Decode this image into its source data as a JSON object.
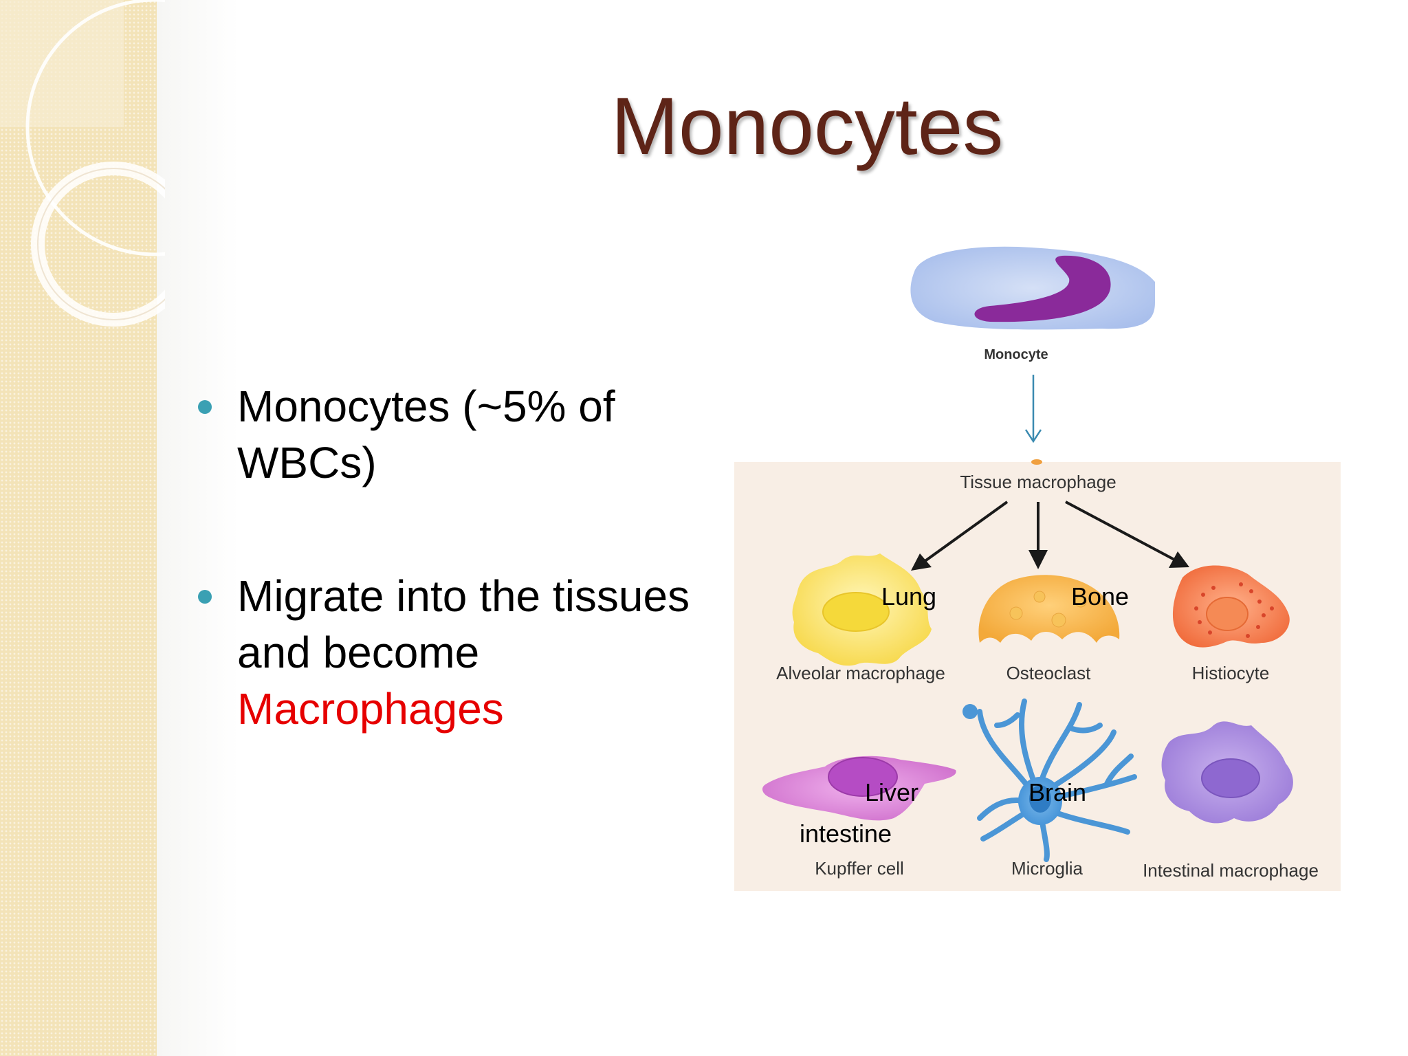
{
  "slide": {
    "title": "Monocytes",
    "bullets": [
      {
        "text": "Monocytes (~5% of WBCs)"
      },
      {
        "text": "Migrate into the tissues and become ",
        "highlight": "Macrophages"
      }
    ]
  },
  "diagram": {
    "monocyte_label": "Monocyte",
    "tissue_label": "Tissue macrophage",
    "cells": [
      {
        "name": "Alveolar macrophage",
        "organ": "Lung"
      },
      {
        "name": "Osteoclast",
        "organ": "Bone"
      },
      {
        "name": "Histiocyte",
        "organ": ""
      },
      {
        "name": "Kupffer cell",
        "organ": "Liver"
      },
      {
        "name": "Microglia",
        "organ": "Brain"
      },
      {
        "name": "Intestinal macrophage",
        "organ": ""
      }
    ],
    "extra_label": "intestine"
  },
  "colors": {
    "title": "#5e2417",
    "highlight": "#e60000",
    "bullet": "#3aa0b3",
    "sidebar": "#f3e3b8"
  }
}
